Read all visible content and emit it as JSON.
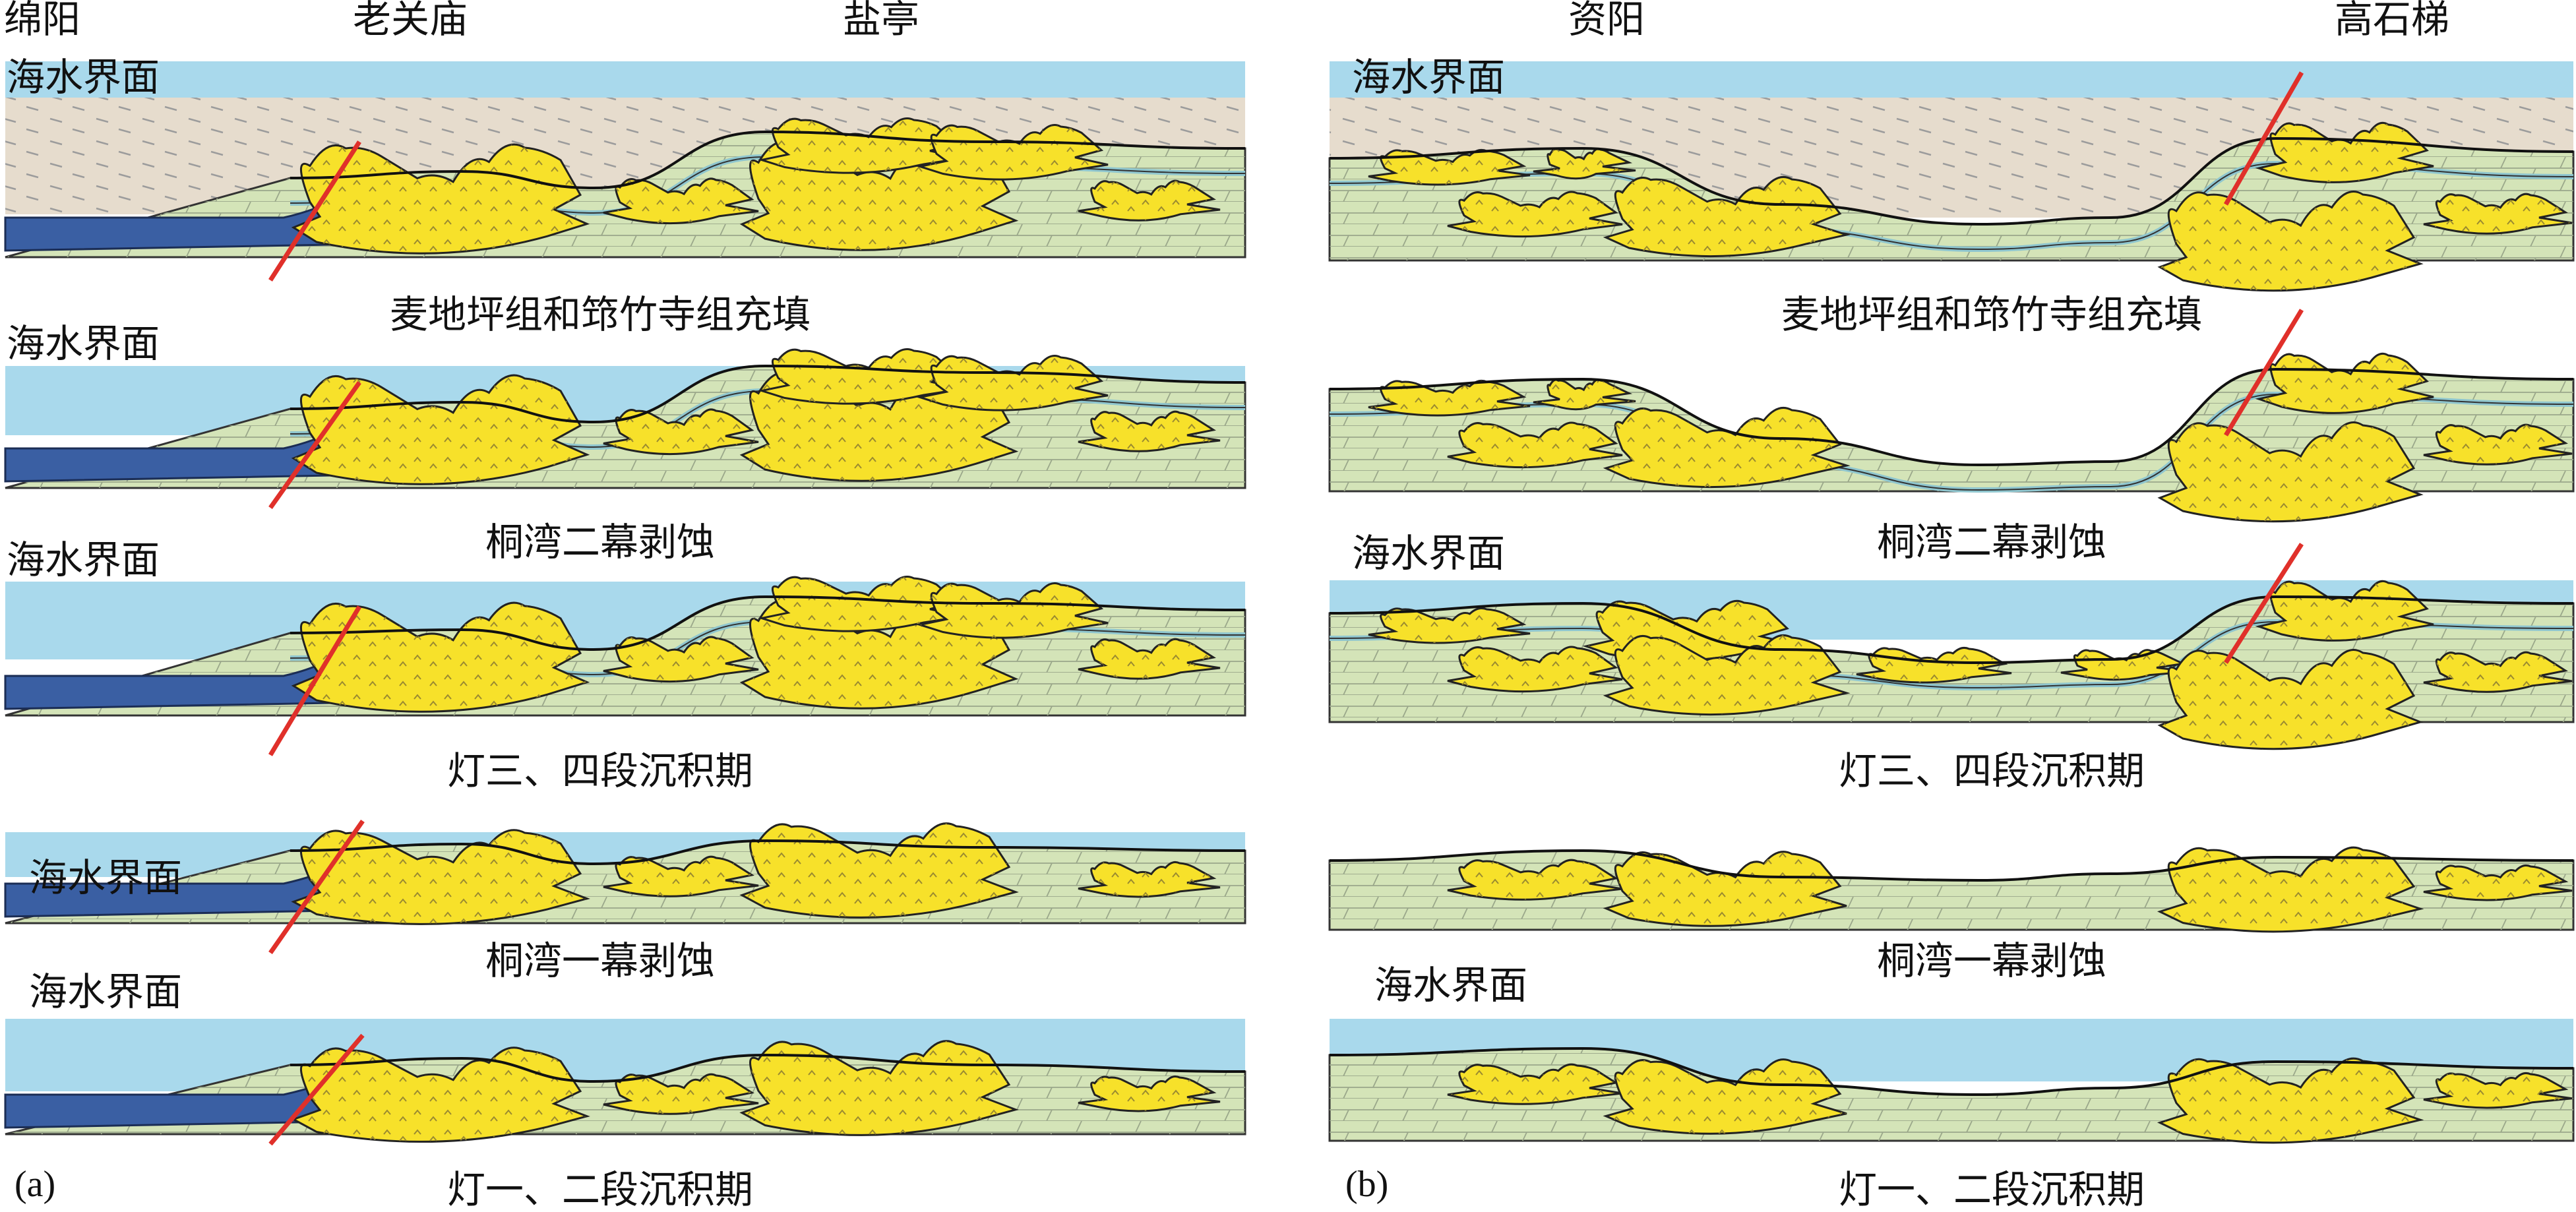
{
  "panel_a": {
    "letter": "(a)",
    "locations": [
      "绵阳",
      "老关庙",
      "盐亭"
    ],
    "stages": [
      {
        "caption": "麦地坪组和筇竹寺组充填",
        "water_label": "海水界面"
      },
      {
        "caption": "桐湾二幕剥蚀",
        "water_label": "海水界面"
      },
      {
        "caption": "灯三、四段沉积期",
        "water_label": "海水界面"
      },
      {
        "caption": "桐湾一幕剥蚀",
        "water_label": "海水界面"
      },
      {
        "caption": "灯一、二段沉积期",
        "water_label": "海水界面"
      }
    ]
  },
  "panel_b": {
    "letter": "(b)",
    "locations": [
      "资阳",
      "高石梯"
    ],
    "stages": [
      {
        "caption": "麦地坪组和筇竹寺组充填",
        "water_label": "海水界面"
      },
      {
        "caption": "桐湾二幕剥蚀",
        "water_label": ""
      },
      {
        "caption": "灯三、四段沉积期",
        "water_label": "海水界面"
      },
      {
        "caption": "桐湾一幕剥蚀",
        "water_label": ""
      },
      {
        "caption": "灯一、二段沉积期",
        "water_label": "海水界面"
      }
    ]
  },
  "colors": {
    "seawater": "#a9d9ec",
    "mudstone_fill": "#e6dccd",
    "dolomite": "#d4e4b8",
    "mound_shoal": "#f7e12a",
    "deep_basin": "#3a5fa3",
    "fault": "#e0302a",
    "karst": "#8fc6cf"
  }
}
